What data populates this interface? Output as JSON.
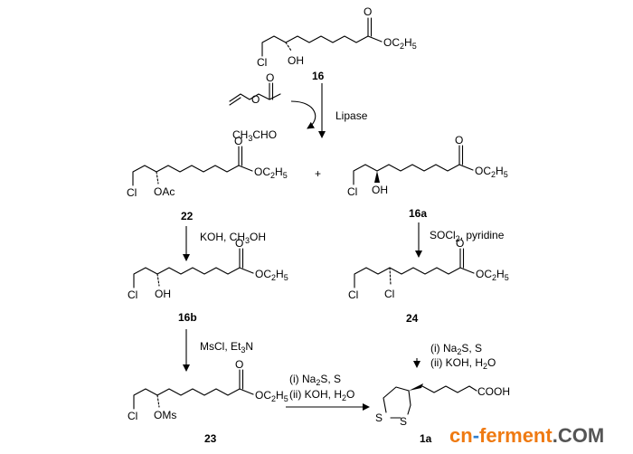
{
  "compounds": {
    "c16": {
      "number": "16",
      "cl": "Cl",
      "oh": "OH",
      "ester": "OC",
      "ester_sub": "2",
      "ester_tail": "H",
      "ester_tail_sub": "5"
    },
    "c22": {
      "number": "22",
      "cl": "Cl",
      "oac": "OAc",
      "ester": "OC",
      "ester_sub": "2",
      "ester_tail": "H",
      "ester_tail_sub": "5"
    },
    "c16a": {
      "number": "16a",
      "cl": "Cl",
      "oh": "OH",
      "ester": "OC",
      "ester_sub": "2",
      "ester_tail": "H",
      "ester_tail_sub": "5"
    },
    "c16b": {
      "number": "16b",
      "cl": "Cl",
      "oh": "OH",
      "ester": "OC",
      "ester_sub": "2",
      "ester_tail": "H",
      "ester_tail_sub": "5"
    },
    "c24": {
      "number": "24",
      "cl": "Cl",
      "cl2": "Cl",
      "ester": "OC",
      "ester_sub": "2",
      "ester_tail": "H",
      "ester_tail_sub": "5"
    },
    "c23": {
      "number": "23",
      "cl": "Cl",
      "oms": "OMs",
      "ester": "OC",
      "ester_sub": "2",
      "ester_tail": "H",
      "ester_tail_sub": "5"
    },
    "c1a": {
      "number": "1a",
      "s1": "S",
      "s2": "S",
      "acid": "COOH"
    }
  },
  "plus": "+",
  "reagents": {
    "vinyl_o": "O",
    "vinyl_co": "O",
    "lipase": "Lipase",
    "acetaldehyde": "CH",
    "acetaldehyde_sub": "3",
    "acetaldehyde_tail": "CHO",
    "step_22": "KOH, CH",
    "step_22_sub": "3",
    "step_22_tail": "OH",
    "step_16a": "SOCl",
    "step_16a_sub": "2",
    "step_16a_tail": ", pyridine",
    "step_16b": "MsCl, Et",
    "step_16b_sub": "3",
    "step_16b_tail": "N",
    "step_23_a": "(i) Na",
    "step_23_a_sub": "2",
    "step_23_a_tail": "S, S",
    "step_23_b": "(ii) KOH, H",
    "step_23_b_sub": "2",
    "step_23_b_tail": "O",
    "step_24_a": "(i) Na",
    "step_24_a_sub": "2",
    "step_24_a_tail": "S, S",
    "step_24_b": "(ii) KOH, H",
    "step_24_b_sub": "2",
    "step_24_b_tail": "O"
  },
  "watermark": {
    "part1": "cn",
    "dash": "-",
    "part2": "ferment",
    "part3": ".COM"
  }
}
